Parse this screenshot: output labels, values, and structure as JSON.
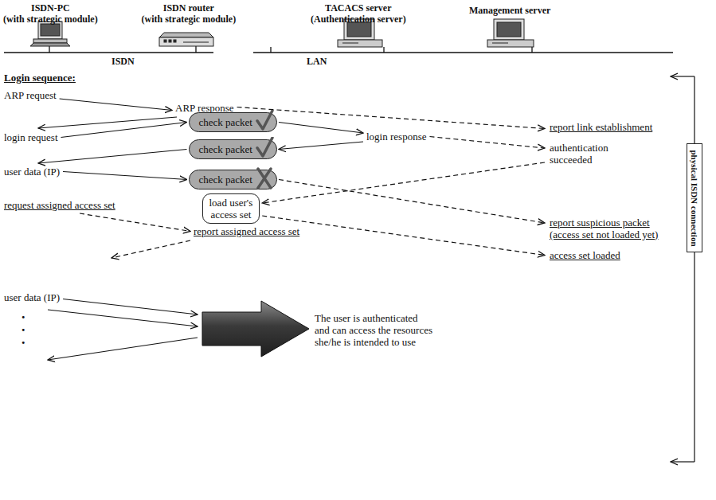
{
  "diagram": {
    "title": "Login sequence:",
    "nodes": [
      {
        "text": [
          "check packet"
        ]
      },
      {
        "text": [
          "check packet"
        ]
      },
      {
        "text": [
          "check packet"
        ]
      },
      {
        "text": [
          "load user's access set"
        ]
      },
      {
        "text": [
          "physical ISDN connection"
        ]
      }
    ],
    "labels": [
      "ISDN-PC (with strategic module)",
      "ISDN router (with strategic module)",
      "TACACS server (Authentication server)",
      "Management server",
      "ISDN",
      "LAN",
      "ARP request",
      "ARP response",
      "report link establishment",
      "login request",
      "login response",
      "authentication succeeded",
      "user data (IP)",
      "request assigned access set",
      "report suspicious packet (access set not loaded yet)",
      "report assigned access set",
      "access set loaded",
      "user data (IP)",
      ".",
      ".",
      ".",
      "The user is authenticated and can access the resources she/he is intended to use"
    ]
  }
}
